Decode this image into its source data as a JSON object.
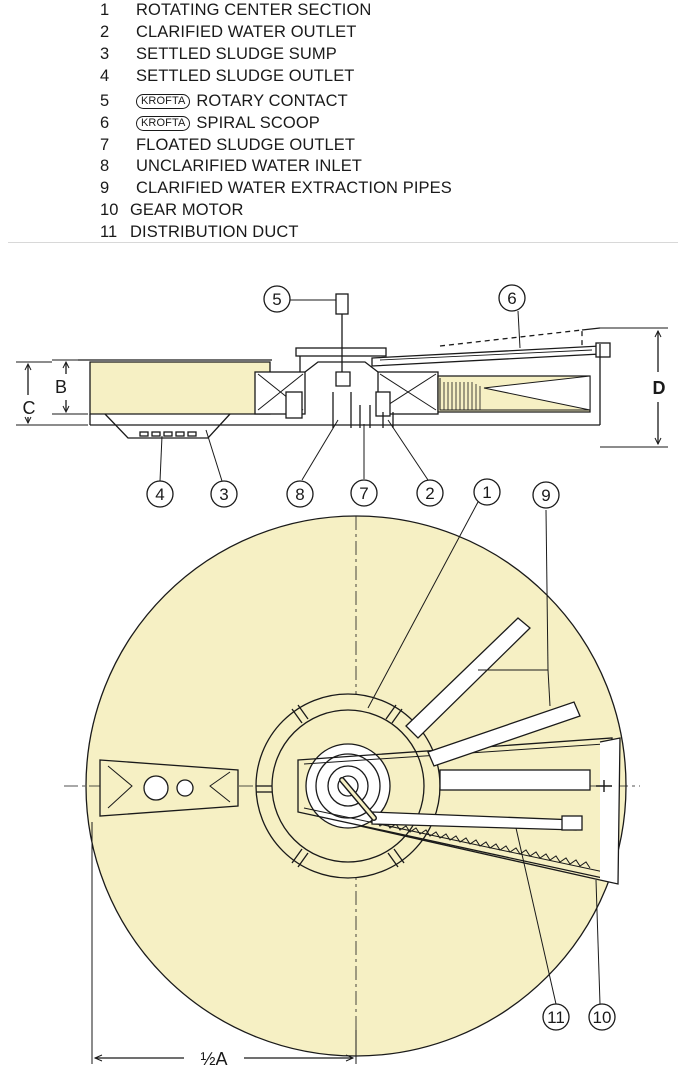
{
  "legend": [
    {
      "num": "1",
      "text": "ROTATING CENTER SECTION"
    },
    {
      "num": "2",
      "text": "CLARIFIED WATER OUTLET"
    },
    {
      "num": "3",
      "text": "SETTLED SLUDGE SUMP"
    },
    {
      "num": "4",
      "text": "SETTLED SLUDGE OUTLET"
    },
    {
      "num": "5",
      "brand": "KROFTA",
      "text": "ROTARY CONTACT"
    },
    {
      "num": "6",
      "brand": "KROFTA",
      "text": "SPIRAL SCOOP"
    },
    {
      "num": "7",
      "text": "FLOATED SLUDGE OUTLET"
    },
    {
      "num": "8",
      "text": "UNCLARIFIED WATER INLET"
    },
    {
      "num": "9",
      "text": "CLARIFIED WATER EXTRACTION PIPES"
    },
    {
      "num": "10",
      "text": "GEAR MOTOR"
    },
    {
      "num": "11",
      "text": "DISTRIBUTION DUCT"
    }
  ],
  "dimensions": {
    "b": "B",
    "c": "C",
    "d": "D",
    "half_a": "½A"
  },
  "callouts": {
    "c1": "1",
    "c2": "2",
    "c3": "3",
    "c4": "4",
    "c5": "5",
    "c6": "6",
    "c7": "7",
    "c8": "8",
    "c9": "9",
    "c10": "10",
    "c11": "11"
  },
  "colors": {
    "fill": "#f6f0c4",
    "line": "#1a1a1a"
  }
}
